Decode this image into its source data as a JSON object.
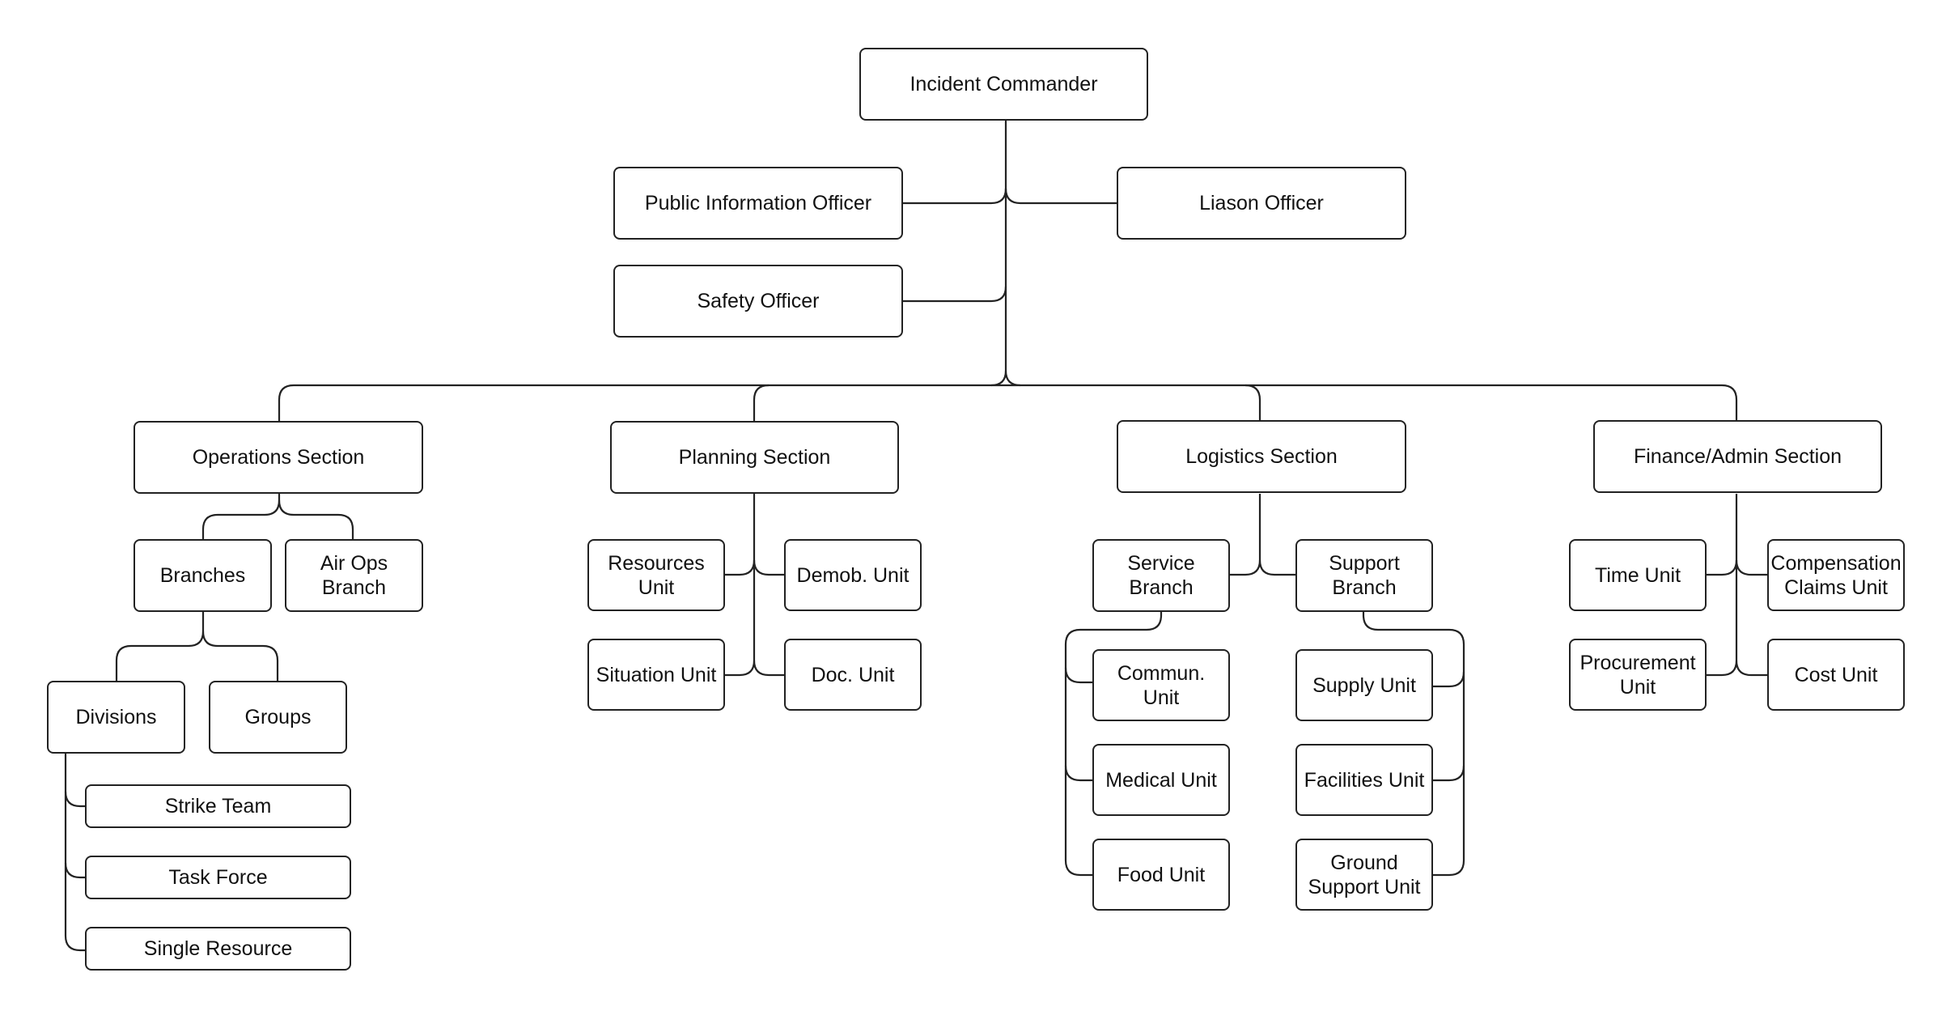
{
  "diagram": {
    "nodes": {
      "incident_commander": "Incident Commander",
      "public_information_officer": "Public Information Officer",
      "liaison_officer": "Liason Officer",
      "safety_officer": "Safety Officer",
      "operations_section": "Operations Section",
      "planning_section": "Planning Section",
      "logistics_section": "Logistics Section",
      "finance_admin_section": "Finance/Admin Section",
      "branches": "Branches",
      "air_ops_branch": "Air Ops\nBranch",
      "divisions": "Divisions",
      "groups": "Groups",
      "strike_team": "Strike Team",
      "task_force": "Task Force",
      "single_resource": "Single Resource",
      "resources_unit": "Resources\nUnit",
      "demob_unit": "Demob. Unit",
      "situation_unit": "Situation Unit",
      "doc_unit": "Doc. Unit",
      "service_branch": "Service\nBranch",
      "support_branch": "Support\nBranch",
      "commun_unit": "Commun.\nUnit",
      "medical_unit": "Medical Unit",
      "food_unit": "Food Unit",
      "supply_unit": "Supply Unit",
      "facilities_unit": "Facilities Unit",
      "ground_support_unit": "Ground\nSupport Unit",
      "time_unit": "Time Unit",
      "compensation_claims_unit": "Compensation\nClaims Unit",
      "procurement_unit": "Procurement\nUnit",
      "cost_unit": "Cost Unit"
    },
    "edges": [
      [
        "incident_commander",
        "public_information_officer"
      ],
      [
        "incident_commander",
        "liaison_officer"
      ],
      [
        "incident_commander",
        "safety_officer"
      ],
      [
        "incident_commander",
        "operations_section"
      ],
      [
        "incident_commander",
        "planning_section"
      ],
      [
        "incident_commander",
        "logistics_section"
      ],
      [
        "incident_commander",
        "finance_admin_section"
      ],
      [
        "operations_section",
        "branches"
      ],
      [
        "operations_section",
        "air_ops_branch"
      ],
      [
        "branches",
        "divisions"
      ],
      [
        "branches",
        "groups"
      ],
      [
        "divisions",
        "strike_team"
      ],
      [
        "divisions",
        "task_force"
      ],
      [
        "divisions",
        "single_resource"
      ],
      [
        "planning_section",
        "resources_unit"
      ],
      [
        "planning_section",
        "demob_unit"
      ],
      [
        "planning_section",
        "situation_unit"
      ],
      [
        "planning_section",
        "doc_unit"
      ],
      [
        "logistics_section",
        "service_branch"
      ],
      [
        "logistics_section",
        "support_branch"
      ],
      [
        "service_branch",
        "commun_unit"
      ],
      [
        "service_branch",
        "medical_unit"
      ],
      [
        "service_branch",
        "food_unit"
      ],
      [
        "support_branch",
        "supply_unit"
      ],
      [
        "support_branch",
        "facilities_unit"
      ],
      [
        "support_branch",
        "ground_support_unit"
      ],
      [
        "finance_admin_section",
        "time_unit"
      ],
      [
        "finance_admin_section",
        "compensation_claims_unit"
      ],
      [
        "finance_admin_section",
        "procurement_unit"
      ],
      [
        "finance_admin_section",
        "cost_unit"
      ]
    ]
  }
}
